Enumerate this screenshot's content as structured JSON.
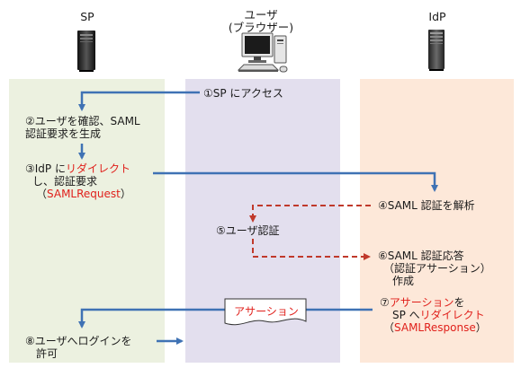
{
  "headers": {
    "sp": "SP",
    "user_line1": "ユーザ",
    "user_line2": "(ブラウザー)",
    "idp": "IdP"
  },
  "steps": {
    "s1": "①SP にアクセス",
    "s2_line1": "②ユーザを確認、SAML",
    "s2_line2": "認証要求を生成",
    "s3_prefix": "③IdP に",
    "s3_red": "リダイレクト",
    "s3_line2": "し、認証要求",
    "s3_line3_open": "（",
    "s3_line3_red": "SAMLRequest",
    "s3_line3_close": "）",
    "s4": "④SAML 認証を解析",
    "s5": "⑤ユーザ認証",
    "s6_line1": "⑥SAML 認証応答",
    "s6_line2": "（認証アサーション）",
    "s6_line3": "作成",
    "s7_prefix": "⑦",
    "s7_red1": "アサーション",
    "s7_suffix": "を",
    "s7_line2_prefix": "SP へ",
    "s7_line2_red": "リダイレクト",
    "s7_line3_open": "（",
    "s7_line3_red": "SAMLResponse",
    "s7_line3_close": "）",
    "s8_line1": "⑧ユーザへログインを",
    "s8_line2": "許可"
  },
  "assertion_document_label": "アサーション",
  "colors": {
    "sp_lane": "#ecf1e0",
    "user_lane": "#e3dfee",
    "idp_lane": "#fde8d9",
    "arrow_blue": "#3f72b4",
    "arrow_dashed_red": "#c0392b",
    "highlight_red": "#e0201b"
  }
}
